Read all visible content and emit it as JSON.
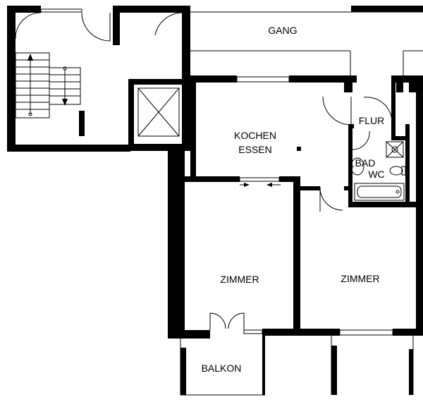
{
  "rooms": {
    "gang": "GANG",
    "kochen": "KOCHEN",
    "essen": "ESSEN",
    "flur": "FLUR",
    "bad": "BAD",
    "wc": "WC",
    "zimmer_left": "ZIMMER",
    "zimmer_right": "ZIMMER",
    "balkon": "BALKON"
  }
}
